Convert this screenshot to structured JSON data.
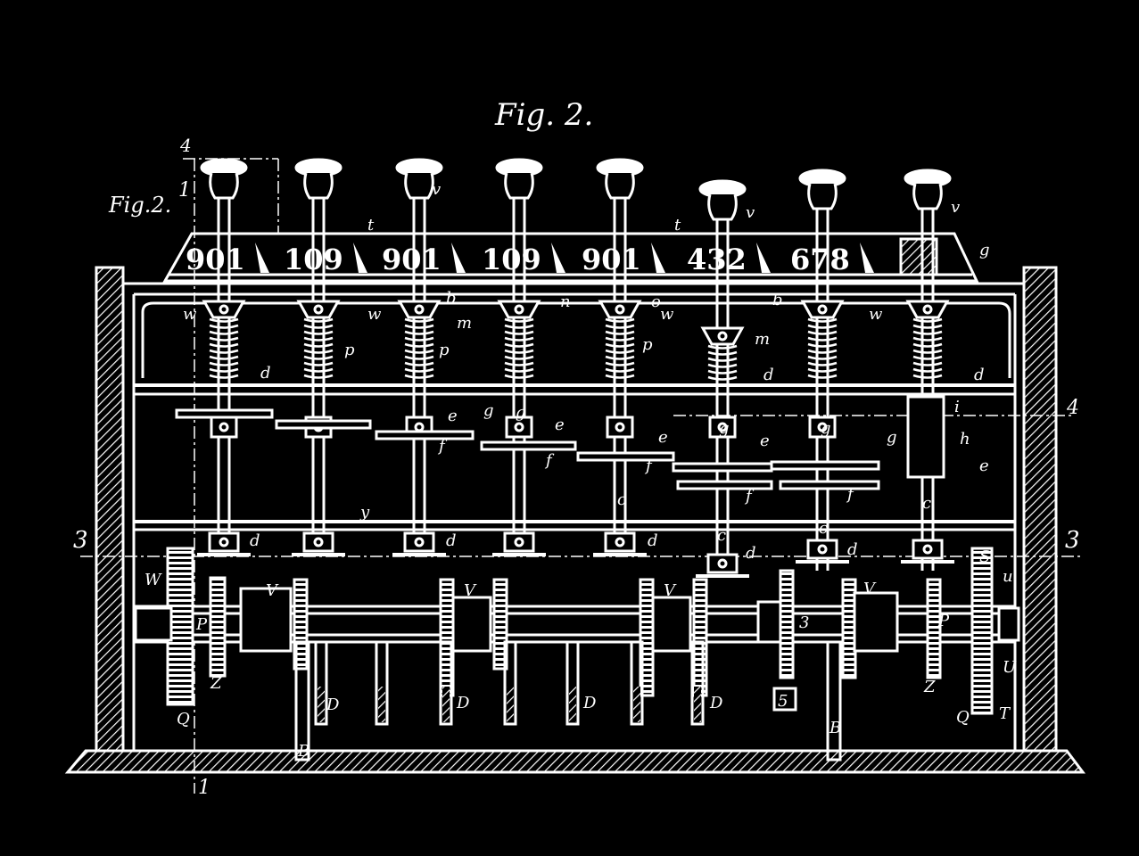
{
  "title": "Fig. 2.",
  "side_label": "Fig.2.",
  "dials": [
    "901",
    "109",
    "901",
    "109",
    "901",
    "432",
    "678"
  ],
  "section_marks": {
    "left_3": "3",
    "right_3": "3",
    "right_4": "4",
    "top_4": "4",
    "top_1": "1",
    "bottom_1": "1",
    "box_5": "5"
  },
  "letters": {
    "t": "t",
    "v": "v",
    "g": "g",
    "w": "w",
    "b": "b",
    "m": "m",
    "n": "n",
    "o": "o",
    "p": "p",
    "d": "d",
    "e": "e",
    "f": "f",
    "c": "c",
    "h": "h",
    "i": "i",
    "y": "y",
    "W": "W",
    "P": "P",
    "V": "V",
    "Z": "Z",
    "Q": "Q",
    "D": "D",
    "B": "B",
    "S": "S",
    "U": "U",
    "T": "T",
    "u": "u",
    "z": "Z",
    "three": "3"
  }
}
